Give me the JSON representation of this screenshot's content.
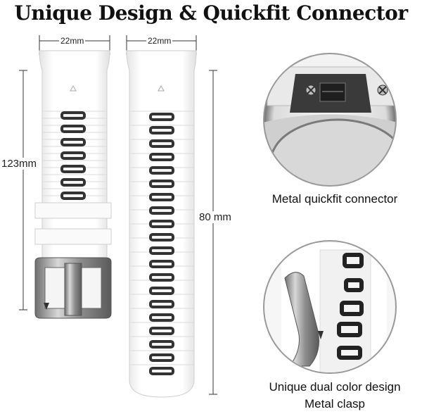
{
  "title": "Unique Design & Quickfit Connector",
  "dimensions": {
    "width_left": "22mm",
    "width_right": "22mm",
    "length_left": "123mm",
    "length_right": "80 mm"
  },
  "captions": {
    "connector": "Metal quickfit connector",
    "design_line1": "Unique dual color design",
    "design_line2": "Metal clasp"
  },
  "colors": {
    "strap": "#f4f4f4",
    "strap_outline": "#c8c8c8",
    "holes": "#333333",
    "metal": "#9a9a9a"
  }
}
